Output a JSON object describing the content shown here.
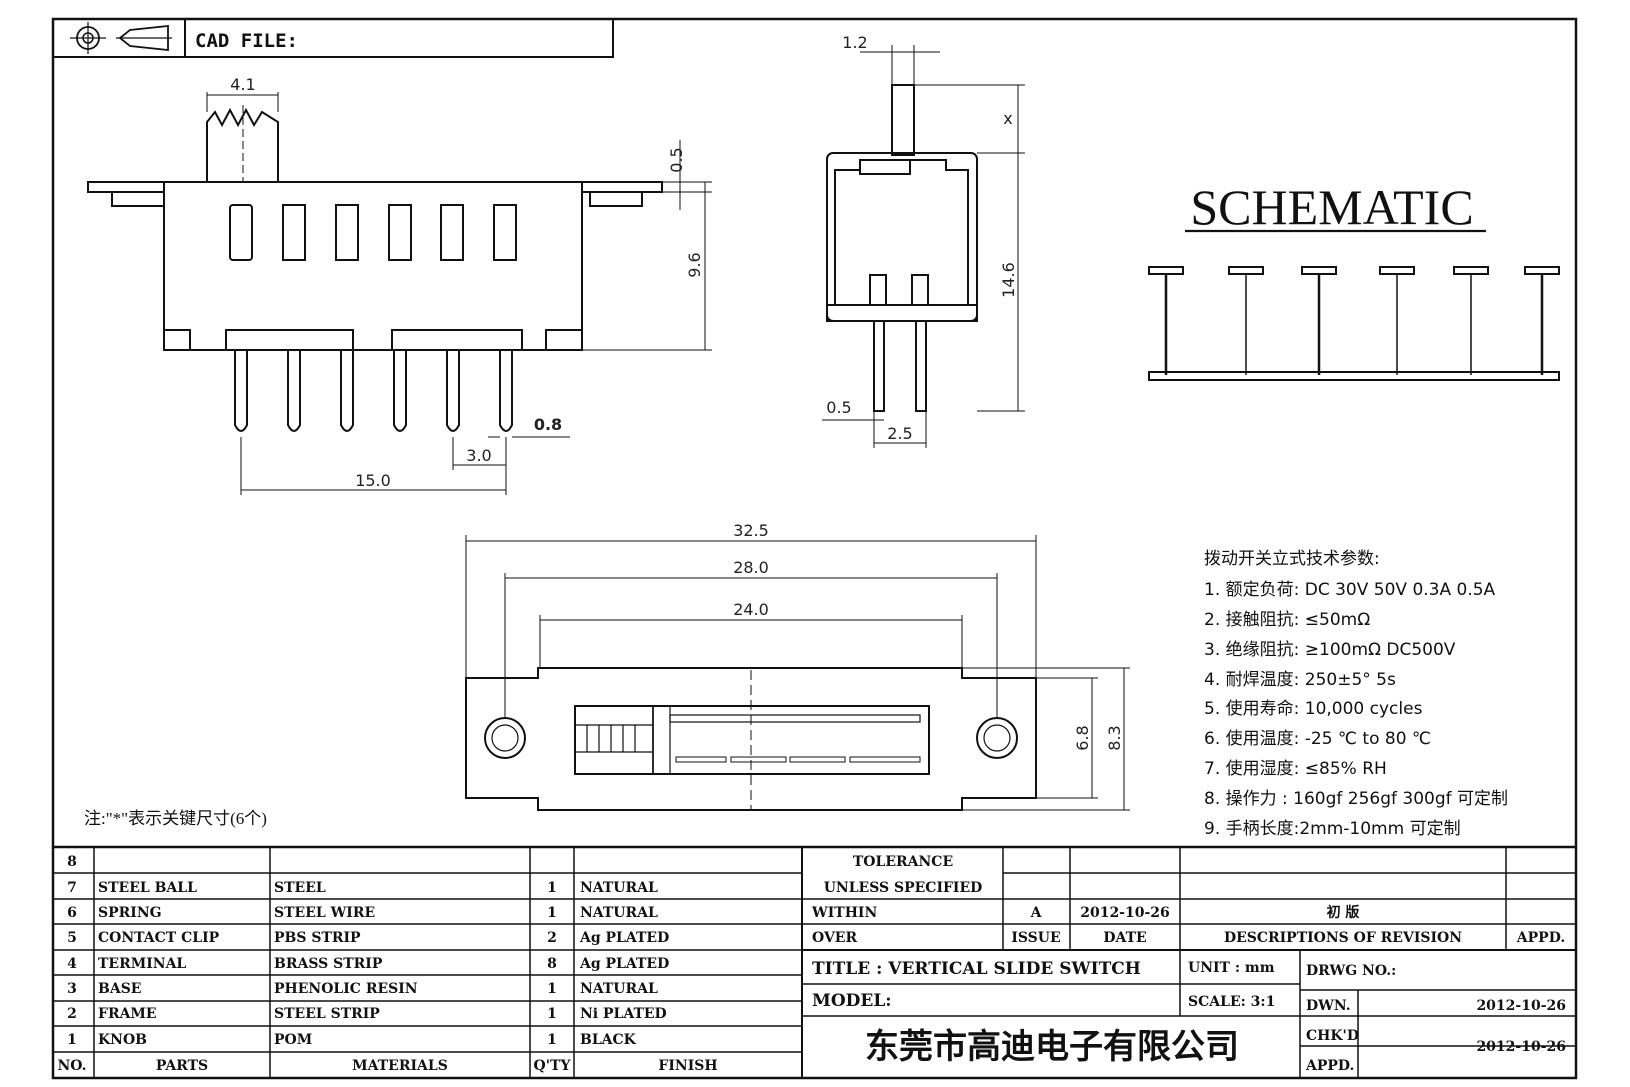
{
  "header": {
    "cad_file_label": "CAD FILE:"
  },
  "dims": {
    "front": [
      "4.1",
      "0.5",
      "9.6",
      "0.8",
      "3.0",
      "15.0"
    ],
    "side": [
      "1.2",
      "x",
      "14.6",
      "0.5",
      "2.5"
    ],
    "top": [
      "32.5",
      "28.0",
      "24.0",
      "6.8",
      "8.3"
    ]
  },
  "schematic": {
    "title": "SCHEMATIC"
  },
  "specs": {
    "heading": "拨动开关立式技术参数:",
    "items": [
      "1.  额定负荷: DC 30V    50V    0.3A    0.5A",
      "2.  接触阻抗:  ≤50mΩ",
      "3.  绝缘阻抗:  ≥100mΩ   DC500V",
      "4.  耐焊温度: 250±5°  5s",
      "5.  使用寿命: 10,000 cycles",
      "6.  使用温度: -25  ℃  to 80  ℃",
      "7.  使用湿度:  ≤85% RH",
      "8.  操作力 : 160gf    256gf    300gf   可定制",
      "9.  手柄长度:2mm-10mm   可定制"
    ]
  },
  "note": "注:\"*\"表示关键尺寸(6个)",
  "bom": {
    "rows": [
      {
        "no": "8",
        "part": "",
        "material": "",
        "qty": "",
        "finish": ""
      },
      {
        "no": "7",
        "part": "STEEL BALL",
        "material": "STEEL",
        "qty": "1",
        "finish": "NATURAL"
      },
      {
        "no": "6",
        "part": "SPRING",
        "material": "STEEL WIRE",
        "qty": "1",
        "finish": "NATURAL"
      },
      {
        "no": "5",
        "part": "CONTACT CLIP",
        "material": "PBS STRIP",
        "qty": "2",
        "finish": "Ag PLATED"
      },
      {
        "no": "4",
        "part": "TERMINAL",
        "material": "BRASS STRIP",
        "qty": "8",
        "finish": "Ag PLATED"
      },
      {
        "no": "3",
        "part": "BASE",
        "material": "PHENOLIC RESIN",
        "qty": "1",
        "finish": "NATURAL"
      },
      {
        "no": "2",
        "part": "FRAME",
        "material": "STEEL STRIP",
        "qty": "1",
        "finish": "Ni PLATED"
      },
      {
        "no": "1",
        "part": "KNOB",
        "material": "POM",
        "qty": "1",
        "finish": "BLACK"
      }
    ],
    "headers": {
      "no": "NO.",
      "part": "PARTS",
      "material": "MATERIALS",
      "qty": "Q'TY",
      "finish": "FINISH"
    }
  },
  "title_block": {
    "tolerance": "TOLERANCE",
    "unless": "UNLESS   SPECIFIED",
    "within": "WITHIN",
    "over": "OVER",
    "rev_issue": "A",
    "rev_date": "2012-10-26",
    "rev_desc": "初   版",
    "issue_h": "ISSUE",
    "date_h": "DATE",
    "desc_h": "DESCRIPTIONS  OF  REVISION",
    "appd_h": "APPD.",
    "title": "TITLE :   VERTICAL  SLIDE  SWITCH",
    "unit": "UNIT :   mm",
    "drwg": "DRWG  NO.:",
    "model": "MODEL:",
    "scale": "SCALE:   3:1",
    "dwn": "DWN.",
    "dwn_date": "2012-10-26",
    "chkd": "CHK'D",
    "chk_date": "2012-10-26",
    "appd": "APPD.",
    "company": "东莞市高迪电子有限公司"
  }
}
